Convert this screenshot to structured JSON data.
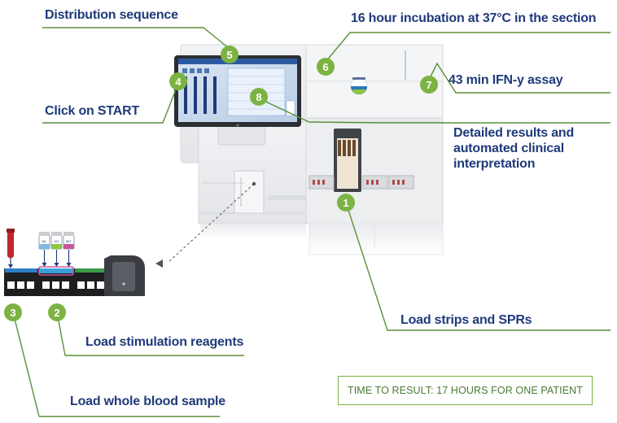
{
  "labels": {
    "distribution_sequence": "Distribution sequence",
    "incubation": "16 hour incubation at 37°C in the section",
    "ifn_assay": "43 min IFN-y assay",
    "click_start": "Click on START",
    "detailed_results": "Detailed results and automated clinical interpretation",
    "load_strips": "Load strips and SPRs",
    "load_reagents": "Load stimulation reagents",
    "load_blood": "Load whole blood sample"
  },
  "steps": {
    "s1": "1",
    "s2": "2",
    "s3": "3",
    "s4": "4",
    "s5": "5",
    "s6": "6",
    "s7": "7",
    "s8": "8"
  },
  "reagent_tubes": [
    "NIL",
    "AG",
    "MIT"
  ],
  "time_to_result": "TIME TO RESULT: 17 HOURS FOR ONE PATIENT",
  "colors": {
    "label_navy": "#1f3a7a",
    "step_green": "#7cb342",
    "leader_green": "#5a8f3a",
    "instrument_gray": "#e9ebee",
    "screen_blue": "#2c5aa0",
    "blood_red": "#c0262d"
  }
}
